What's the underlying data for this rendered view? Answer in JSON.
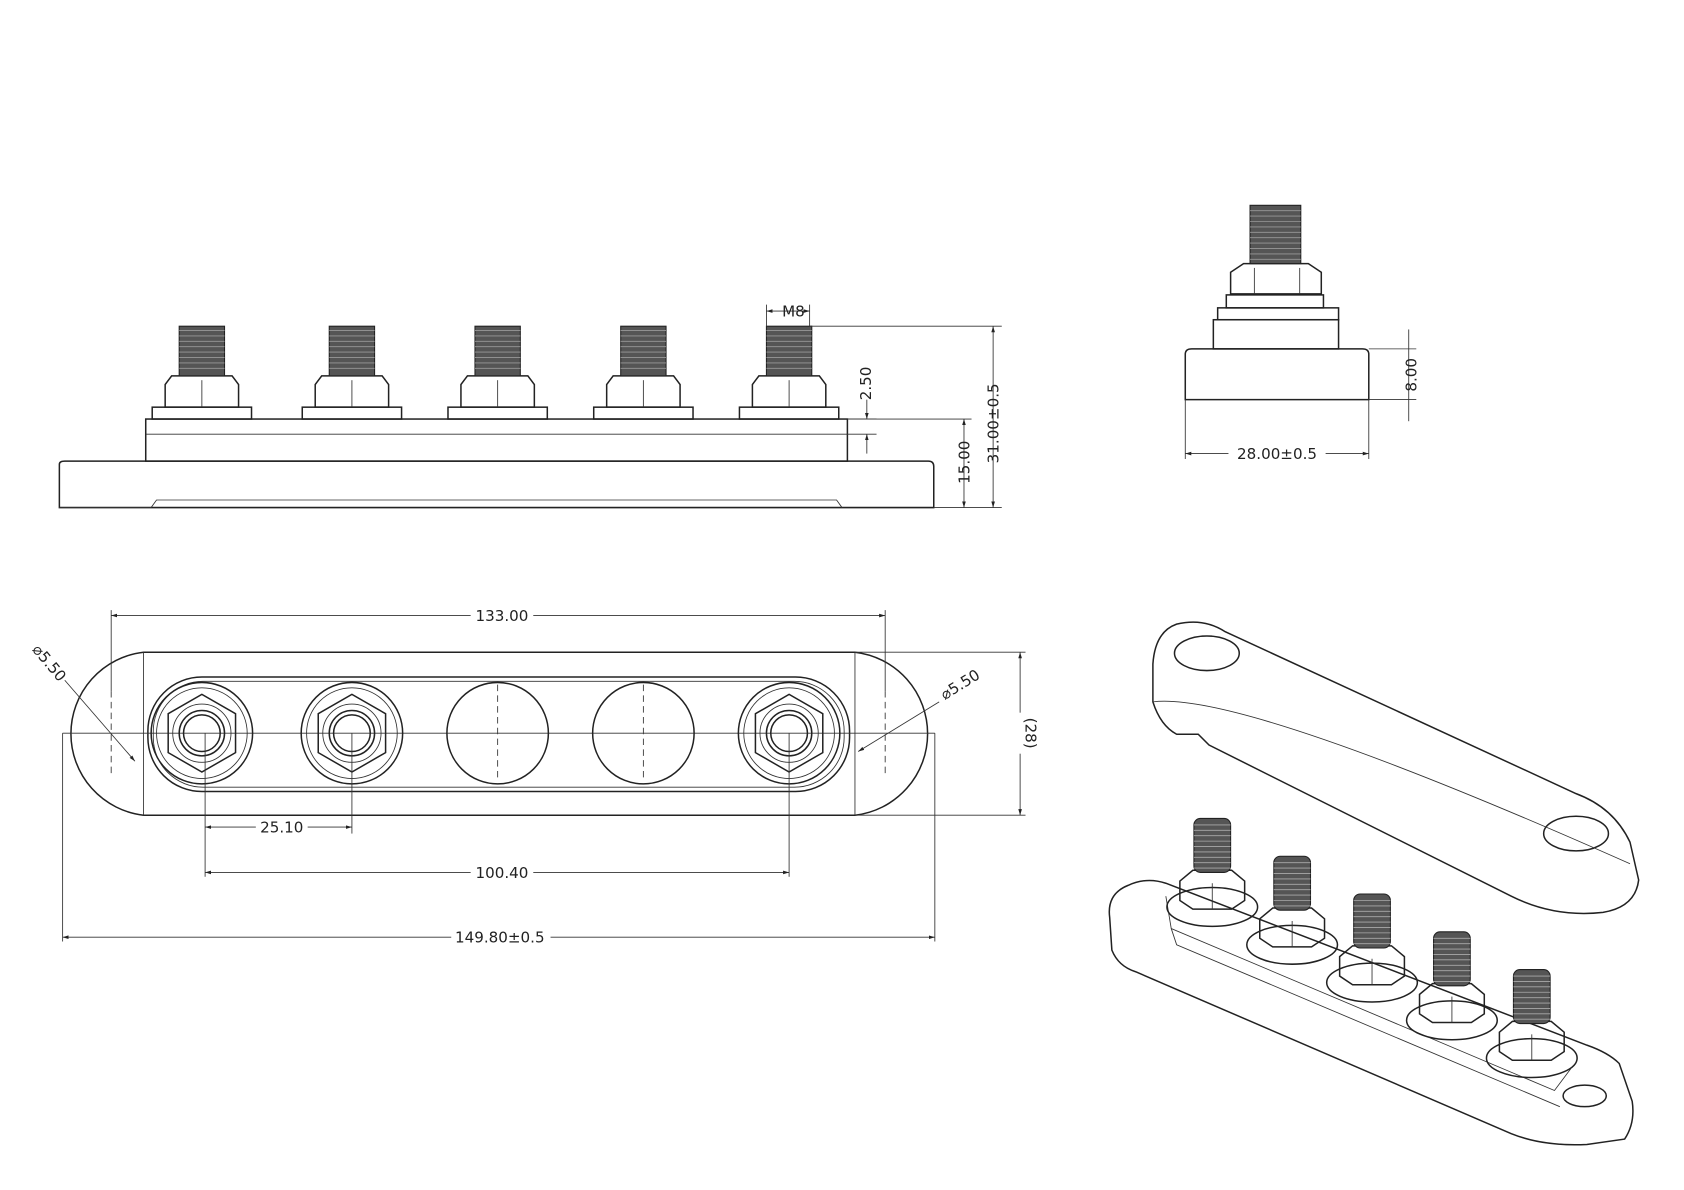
{
  "front_view": {
    "thread_label": "M8",
    "dim_washer_height": "2.50",
    "dim_base_height": "15.00",
    "dim_total_height": "31.00±0.5"
  },
  "side_view": {
    "dim_base_width": "28.00±0.5",
    "dim_block_height": "8.00"
  },
  "top_view": {
    "dim_hole_spacing": "133.00",
    "dim_stud_pitch": "25.10",
    "dim_stud_span": "100.40",
    "dim_overall_length": "149.80±0.5",
    "dim_width_ref": "(28)",
    "dim_hole_left": "⌀5.50",
    "dim_hole_right": "⌀5.50"
  },
  "colors": {
    "line": "#222222",
    "thread": "#555555"
  }
}
